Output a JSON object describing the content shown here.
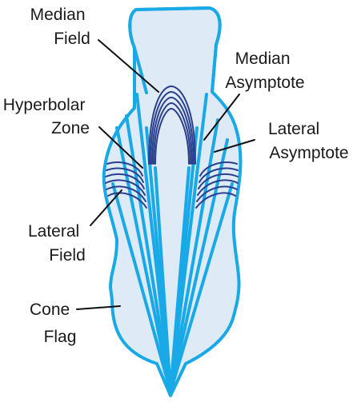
{
  "diagram": {
    "labels": {
      "median_field": [
        "Median",
        "Field"
      ],
      "median_asymptote": [
        "Median",
        "Asymptote"
      ],
      "hyperbolar_zone": [
        "Hyperbolar",
        "Zone"
      ],
      "lateral_asymptote": [
        "Lateral",
        "Asymptote"
      ],
      "lateral_field": [
        "Lateral",
        "Field"
      ],
      "cone_flag": [
        "Cone",
        "Flag"
      ]
    },
    "colors": {
      "outline": "#19a9e6",
      "fill": "#deebf7",
      "field_lines": "#2c3f8f",
      "leader_lines": "#111111"
    }
  }
}
